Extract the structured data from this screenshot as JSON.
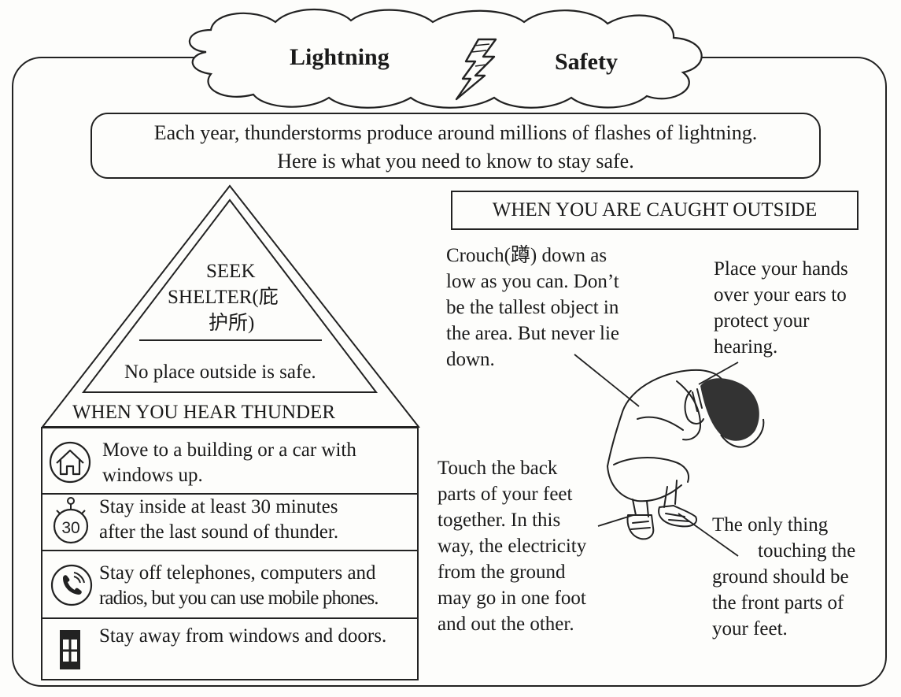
{
  "title": {
    "word1": "Lightning",
    "word2": "Safety"
  },
  "intro": {
    "line1": "Each year, thunderstorms produce around millions of flashes of lightning.",
    "line2": "Here is what you need to know to stay safe."
  },
  "pyramid": {
    "top_line1": "SEEK",
    "top_line2": "SHELTER(庇",
    "top_line3": "护所)",
    "middle": "No place outside is safe.",
    "base_header": "WHEN YOU HEAR THUNDER"
  },
  "thunder_tips": [
    {
      "icon": "house-icon",
      "line1": "Move to a building or a car with",
      "line2": "windows up."
    },
    {
      "icon": "stopwatch-icon",
      "icon_text": "30",
      "line1": "Stay inside at least 30 minutes",
      "line2": "after the last sound of thunder."
    },
    {
      "icon": "phone-icon",
      "line1": "Stay off telephones, computers and",
      "line2": "radios, but you can use mobile phones."
    },
    {
      "icon": "window-icon",
      "line1": "Stay away from windows and doors."
    }
  ],
  "outside": {
    "header": "WHEN YOU ARE CAUGHT OUTSIDE",
    "crouch": [
      "Crouch(蹲) down as",
      "low as you can. Don’t",
      "be the tallest object in",
      "the area. But never lie",
      "down."
    ],
    "hands": [
      "Place your hands",
      "over your ears to",
      "protect your",
      "hearing."
    ],
    "feet_back": [
      "Touch the back",
      "parts of your feet",
      "together. In this",
      "way, the electricity",
      "from the ground",
      "may go in one foot",
      "and out the other."
    ],
    "feet_front": [
      "The only thing",
      "touching the",
      "ground should be",
      "the front parts of",
      "your feet."
    ]
  }
}
